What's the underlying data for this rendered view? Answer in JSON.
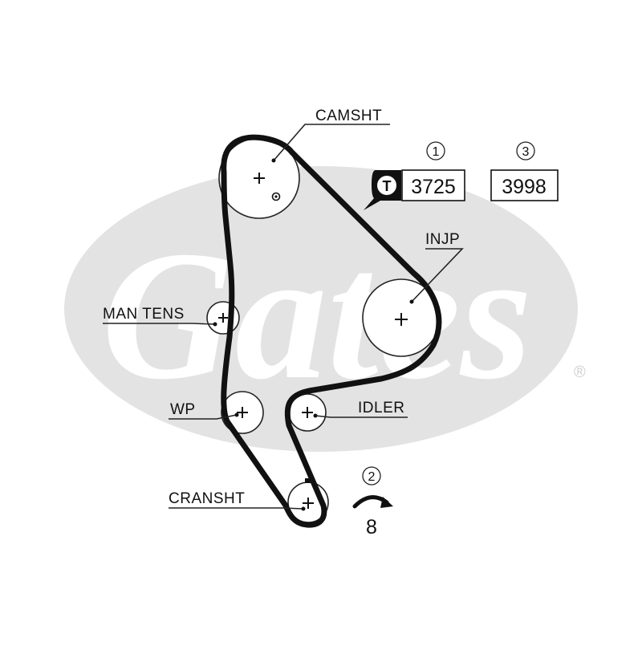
{
  "watermark": {
    "text": "Gates",
    "symbol": "®",
    "color": "#e3e3e3"
  },
  "labels": {
    "camshaft": "CAMSHT",
    "injection_pump": "INJP",
    "manual_tensioner": "MAN TENS",
    "water_pump": "WP",
    "idler": "IDLER",
    "crankshaft": "CRANSHT"
  },
  "callouts": {
    "tool": {
      "marker": "1",
      "badge_letter": "T",
      "value": "3725"
    },
    "secondary": {
      "marker": "3",
      "value": "3998"
    },
    "rotation": {
      "marker": "2",
      "value": "8"
    }
  },
  "colors": {
    "belt": "#111111",
    "line": "#222222",
    "text": "#111111"
  }
}
